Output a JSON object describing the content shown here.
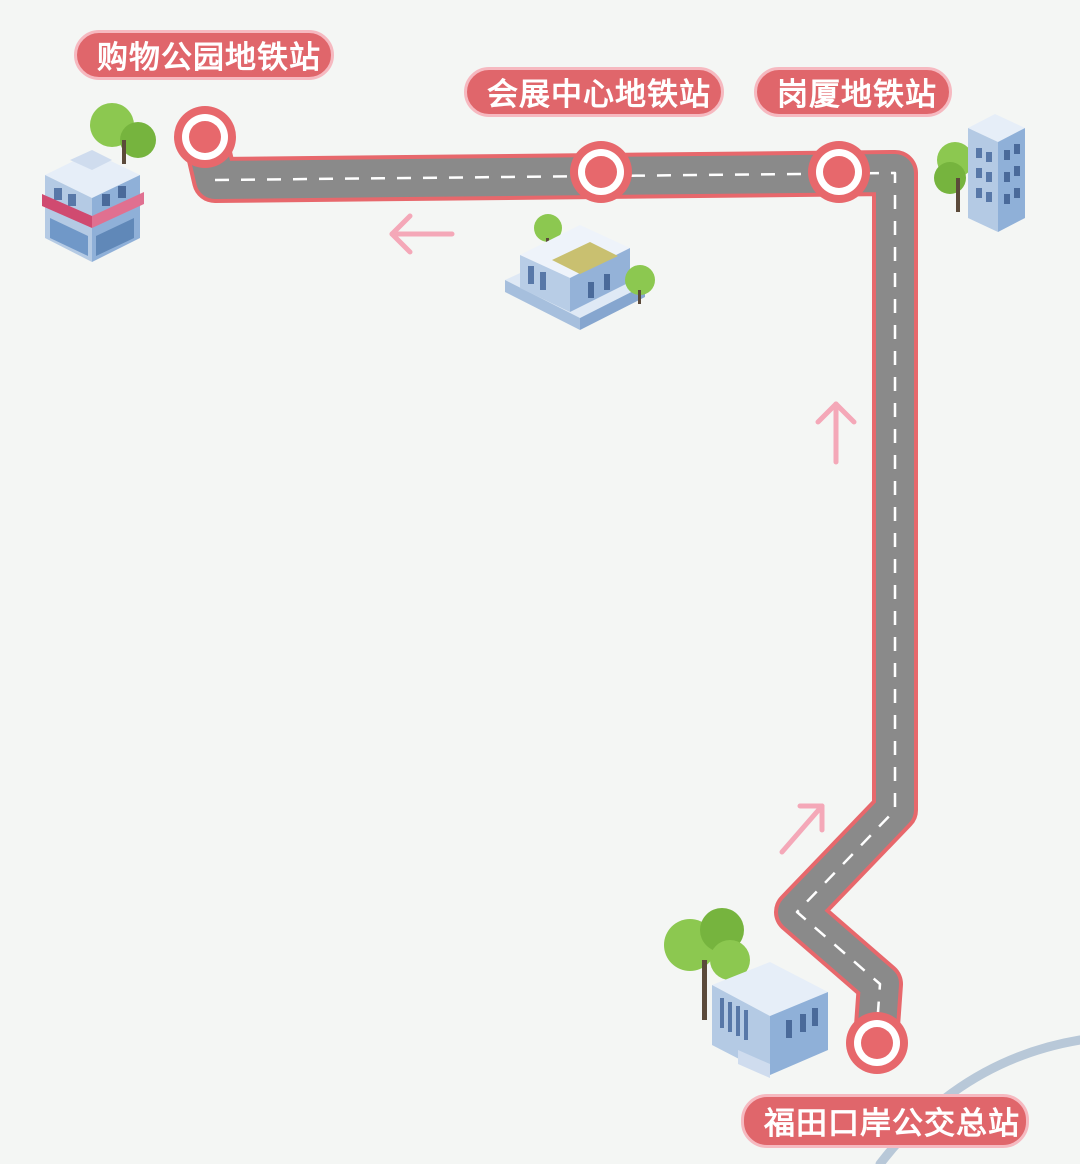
{
  "colors": {
    "background": "#f4f6f4",
    "route_outline": "#e7686c",
    "road": "#8a8a8a",
    "lane_marking": "#ffffff",
    "station_fill": "#e7686c",
    "label_bg": "#e0666b",
    "label_border": "#f6b9c0",
    "arrow": "#f4a8b8",
    "curve": "#b8c8d8"
  },
  "stations": [
    {
      "name": "购物公园地铁站",
      "icon": "shop-building-icon"
    },
    {
      "name": "会展中心地铁站",
      "icon": "convention-center-icon"
    },
    {
      "name": "岗厦地铁站",
      "icon": "office-tower-icon"
    },
    {
      "name": "福田口岸公交总站",
      "icon": "bus-terminal-building-icon"
    }
  ],
  "direction_arrows": [
    "arrow-left-icon",
    "arrow-up-icon",
    "arrow-up-right-icon"
  ]
}
